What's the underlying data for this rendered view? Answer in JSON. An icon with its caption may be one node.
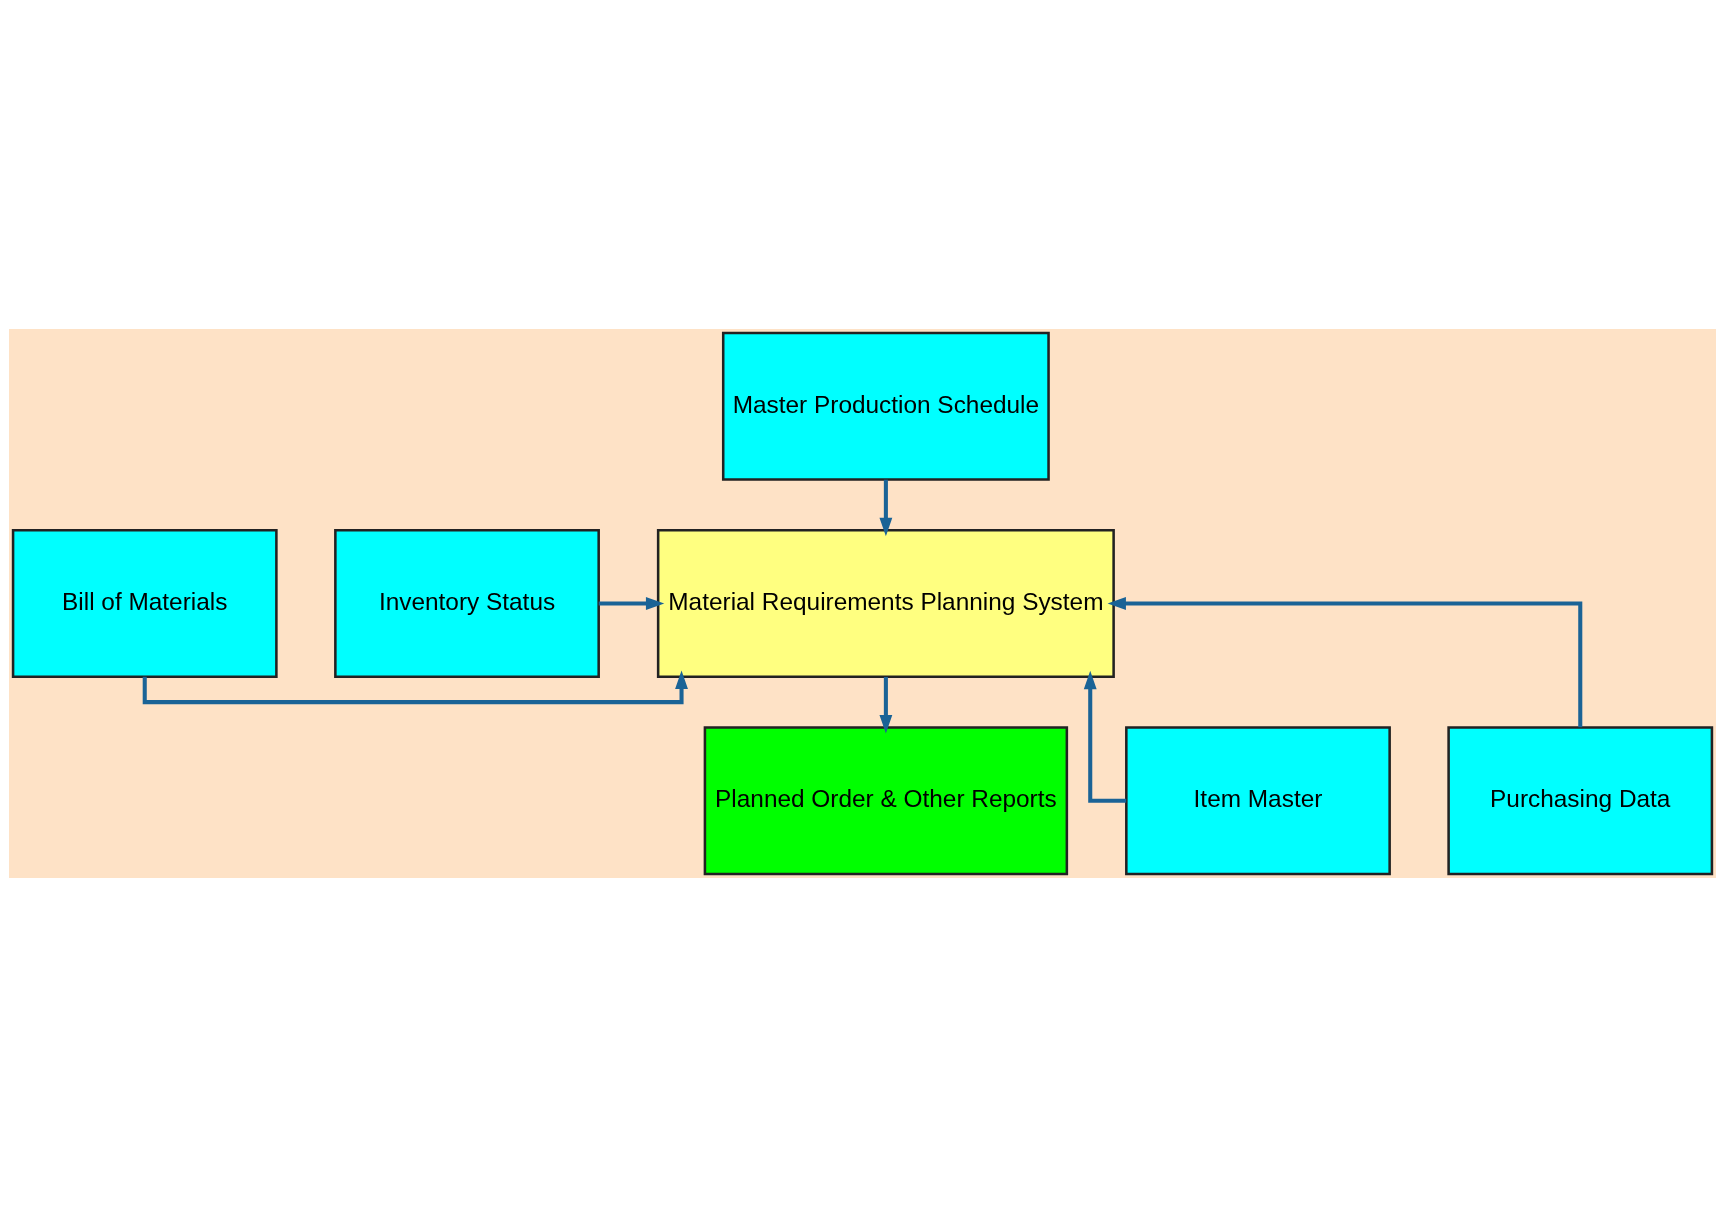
{
  "diagram": {
    "nodes": [
      {
        "text": [
          "Master Production Schedule"
        ]
      },
      {
        "text": [
          "Bill of Materials"
        ]
      },
      {
        "text": [
          "Inventory Status"
        ]
      },
      {
        "text": [
          "Material Requirements Planning System"
        ]
      },
      {
        "text": [
          "Item Master"
        ]
      },
      {
        "text": [
          "Purchasing Data"
        ]
      },
      {
        "text": [
          "Planned Order & Other Reports"
        ]
      }
    ],
    "edges": [
      {
        "from": 0,
        "to": 3,
        "arrow": "to"
      },
      {
        "from": 1,
        "to": 3,
        "arrow": "to"
      },
      {
        "from": 4,
        "to": 3,
        "arrow": "to"
      },
      {
        "from": 2,
        "to": 3,
        "arrow": "to"
      },
      {
        "from": 5,
        "to": 3,
        "arrow": "to"
      },
      {
        "from": 3,
        "to": 6,
        "arrow": "to"
      }
    ]
  }
}
